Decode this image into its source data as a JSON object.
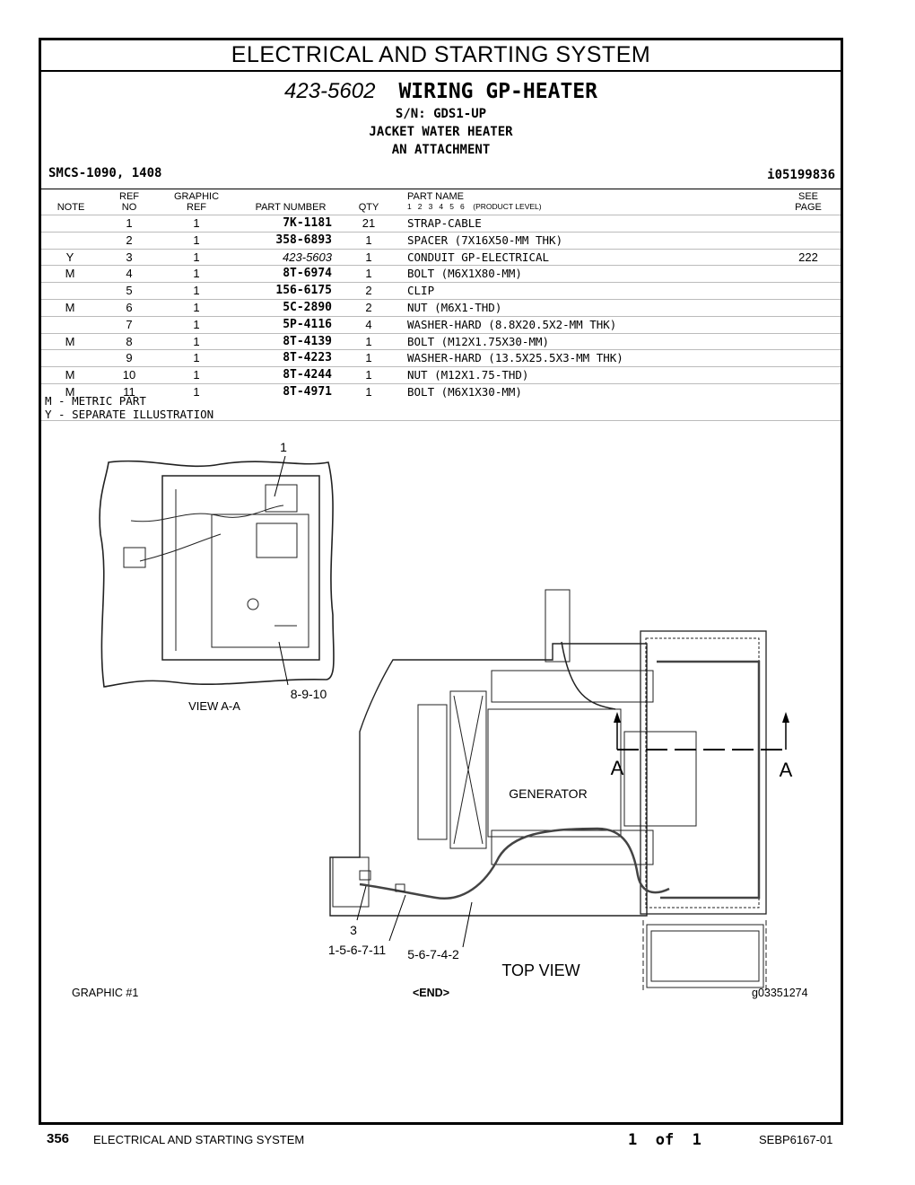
{
  "header": {
    "section_title": "ELECTRICAL AND STARTING SYSTEM"
  },
  "title": {
    "number": "423-5602",
    "name": "WIRING GP-HEATER",
    "serial": "S/N: GDS1-UP",
    "line2": "JACKET WATER HEATER",
    "line3": "AN ATTACHMENT"
  },
  "smcs": "SMCS-1090, 1408",
  "illustration_id": "i05199836",
  "table": {
    "headers": {
      "note": "NOTE",
      "ref_top": "REF",
      "ref_bottom": "NO",
      "gref_top": "GRAPHIC",
      "gref_bottom": "REF",
      "part": "PART NUMBER",
      "qty": "QTY",
      "name": "PART NAME",
      "levels": "1   2   3   4   5   6    (PRODUCT LEVEL)",
      "see_top": "SEE",
      "see_bottom": "PAGE"
    },
    "rows": [
      {
        "note": "",
        "ref": "1",
        "gref": "1",
        "part": "7K-1181",
        "italic": false,
        "qty": "21",
        "name": "STRAP-CABLE",
        "see": ""
      },
      {
        "note": "",
        "ref": "2",
        "gref": "1",
        "part": "358-6893",
        "italic": false,
        "qty": "1",
        "name": "SPACER (7X16X50-MM THK)",
        "see": ""
      },
      {
        "note": "Y",
        "ref": "3",
        "gref": "1",
        "part": "423-5603",
        "italic": true,
        "qty": "1",
        "name": "CONDUIT GP-ELECTRICAL",
        "see": "222"
      },
      {
        "note": "M",
        "ref": "4",
        "gref": "1",
        "part": "8T-6974",
        "italic": false,
        "qty": "1",
        "name": "BOLT (M6X1X80-MM)",
        "see": ""
      },
      {
        "note": "",
        "ref": "5",
        "gref": "1",
        "part": "156-6175",
        "italic": false,
        "qty": "2",
        "name": "CLIP",
        "see": ""
      },
      {
        "note": "M",
        "ref": "6",
        "gref": "1",
        "part": "5C-2890",
        "italic": false,
        "qty": "2",
        "name": "NUT (M6X1-THD)",
        "see": ""
      },
      {
        "note": "",
        "ref": "7",
        "gref": "1",
        "part": "5P-4116",
        "italic": false,
        "qty": "4",
        "name": "WASHER-HARD (8.8X20.5X2-MM THK)",
        "see": ""
      },
      {
        "note": "M",
        "ref": "8",
        "gref": "1",
        "part": "8T-4139",
        "italic": false,
        "qty": "1",
        "name": "BOLT (M12X1.75X30-MM)",
        "see": ""
      },
      {
        "note": "",
        "ref": "9",
        "gref": "1",
        "part": "8T-4223",
        "italic": false,
        "qty": "1",
        "name": "WASHER-HARD (13.5X25.5X3-MM THK)",
        "see": ""
      },
      {
        "note": "M",
        "ref": "10",
        "gref": "1",
        "part": "8T-4244",
        "italic": false,
        "qty": "1",
        "name": "NUT (M12X1.75-THD)",
        "see": ""
      },
      {
        "note": "M",
        "ref": "11",
        "gref": "1",
        "part": "8T-4971",
        "italic": false,
        "qty": "1",
        "name": "BOLT (M6X1X30-MM)",
        "see": ""
      }
    ]
  },
  "notes": [
    "M - METRIC PART",
    "Y - SEPARATE ILLUSTRATION"
  ],
  "illustration": {
    "callout_1": "1",
    "callout_8_9_10": "8-9-10",
    "view_aa": "VIEW A-A",
    "section_a_left": "A",
    "section_a_right": "A",
    "generator": "GENERATOR",
    "callout_3": "3",
    "callout_1_5_6_7_11": "1-5-6-7-11",
    "callout_5_6_7_4_2": "5-6-7-4-2",
    "top_view": "TOP VIEW",
    "graphic_label": "GRAPHIC #1",
    "end_label": "<END>",
    "graphic_id": "g03351274"
  },
  "footer": {
    "page_number": "356",
    "section": "ELECTRICAL AND STARTING SYSTEM",
    "page_of": "1  of  1",
    "doc_id": "SEBP6167-01"
  }
}
